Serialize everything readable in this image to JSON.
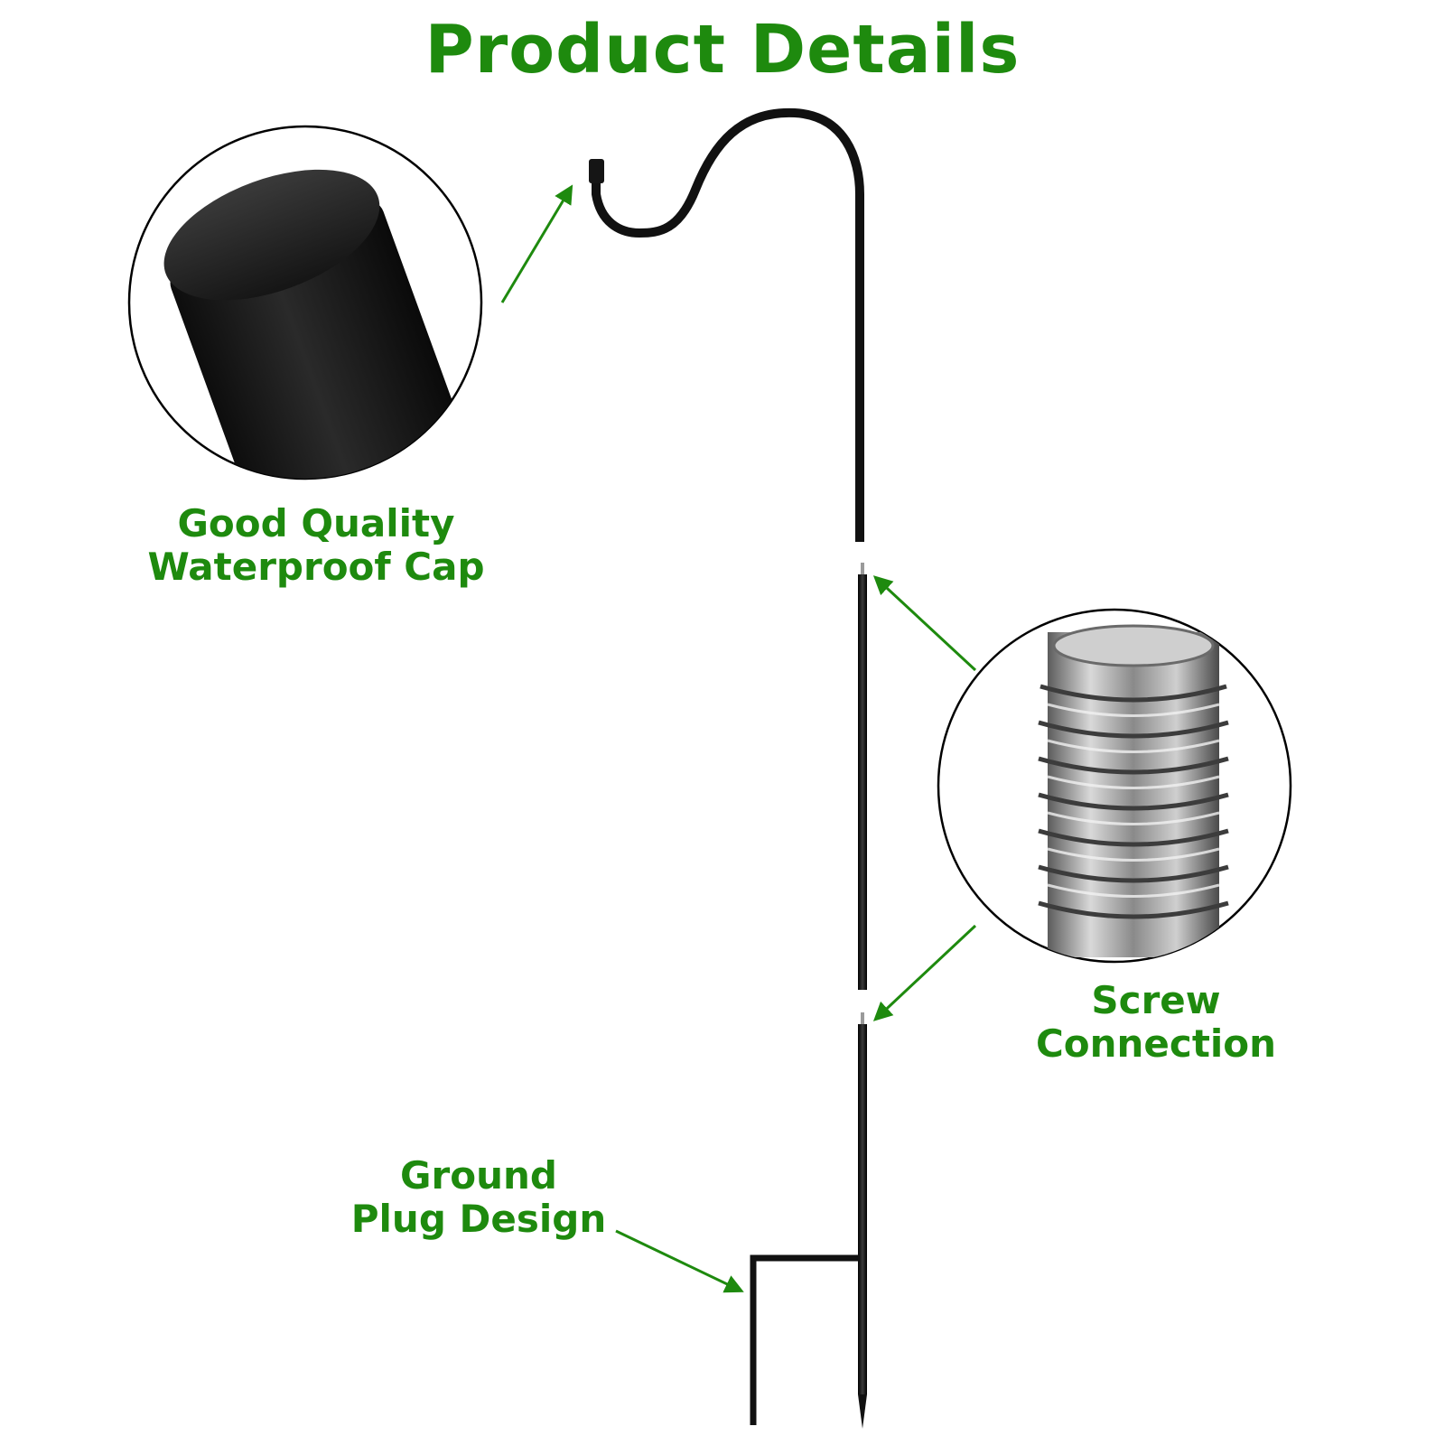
{
  "title": "Product Details",
  "colors": {
    "accent_green": "#1e8a0e",
    "pole_black": "#111111",
    "background": "#ffffff"
  },
  "callouts": {
    "cap": {
      "line1": "Good Quality",
      "line2": "Waterproof Cap",
      "image": "waterproof-cap-closeup"
    },
    "screw": {
      "line1": "Screw",
      "line2": "Connection",
      "image": "screw-thread-closeup"
    },
    "ground": {
      "line1": "Ground",
      "line2": "Plug Design"
    }
  }
}
